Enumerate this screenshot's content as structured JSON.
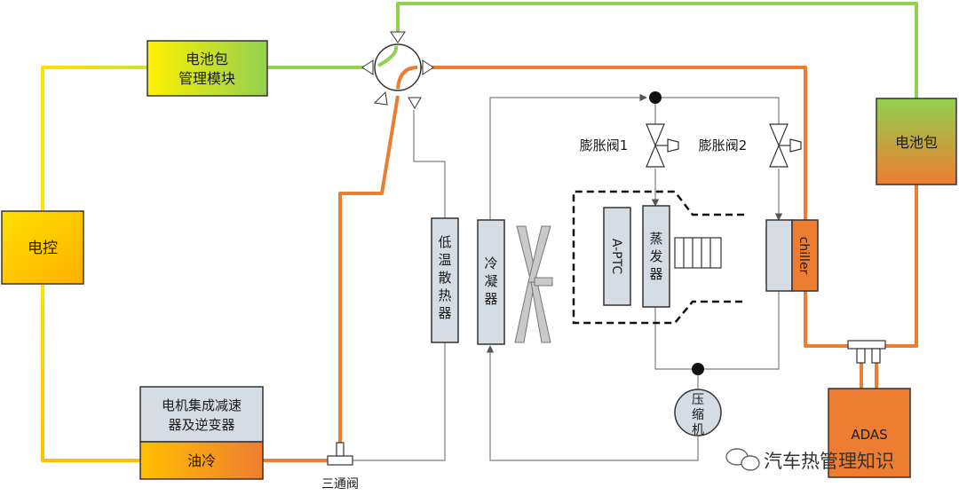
{
  "labels": {
    "bms": [
      "电池包",
      "管理模块"
    ],
    "ecu": "电控",
    "motor_title": [
      "电机集成减速",
      "器及逆变器"
    ],
    "oil_cooling": "油冷",
    "three_way_valve": "三通阀",
    "lt_radiator": [
      "低",
      "温",
      "散",
      "热",
      "器"
    ],
    "condenser": [
      "冷",
      "凝",
      "器"
    ],
    "aptc": "A-PTC",
    "evaporator": [
      "蒸",
      "发",
      "器"
    ],
    "expansion_valve_1": "膨胀阀1",
    "expansion_valve_2": "膨胀阀2",
    "chiller": "chiller",
    "battery_pack": "电池包",
    "adas": "ADAS",
    "compressor": [
      "压",
      "缩",
      "机"
    ],
    "watermark": "汽车热管理知识"
  },
  "colors": {
    "coolant_orange": "#ED7D31",
    "coolant_green": "#92D050",
    "coolant_yellow": "#FFD500",
    "refrigerant_line": "#7f7f7f",
    "component_fill": "#D6DCE4",
    "component_stroke": "#333333"
  },
  "icons": {
    "four_way_valve": "four-way-valve-icon",
    "fan": "fan-icon",
    "expansion_valve": "expansion-valve-icon",
    "wechat": "wechat-icon"
  }
}
